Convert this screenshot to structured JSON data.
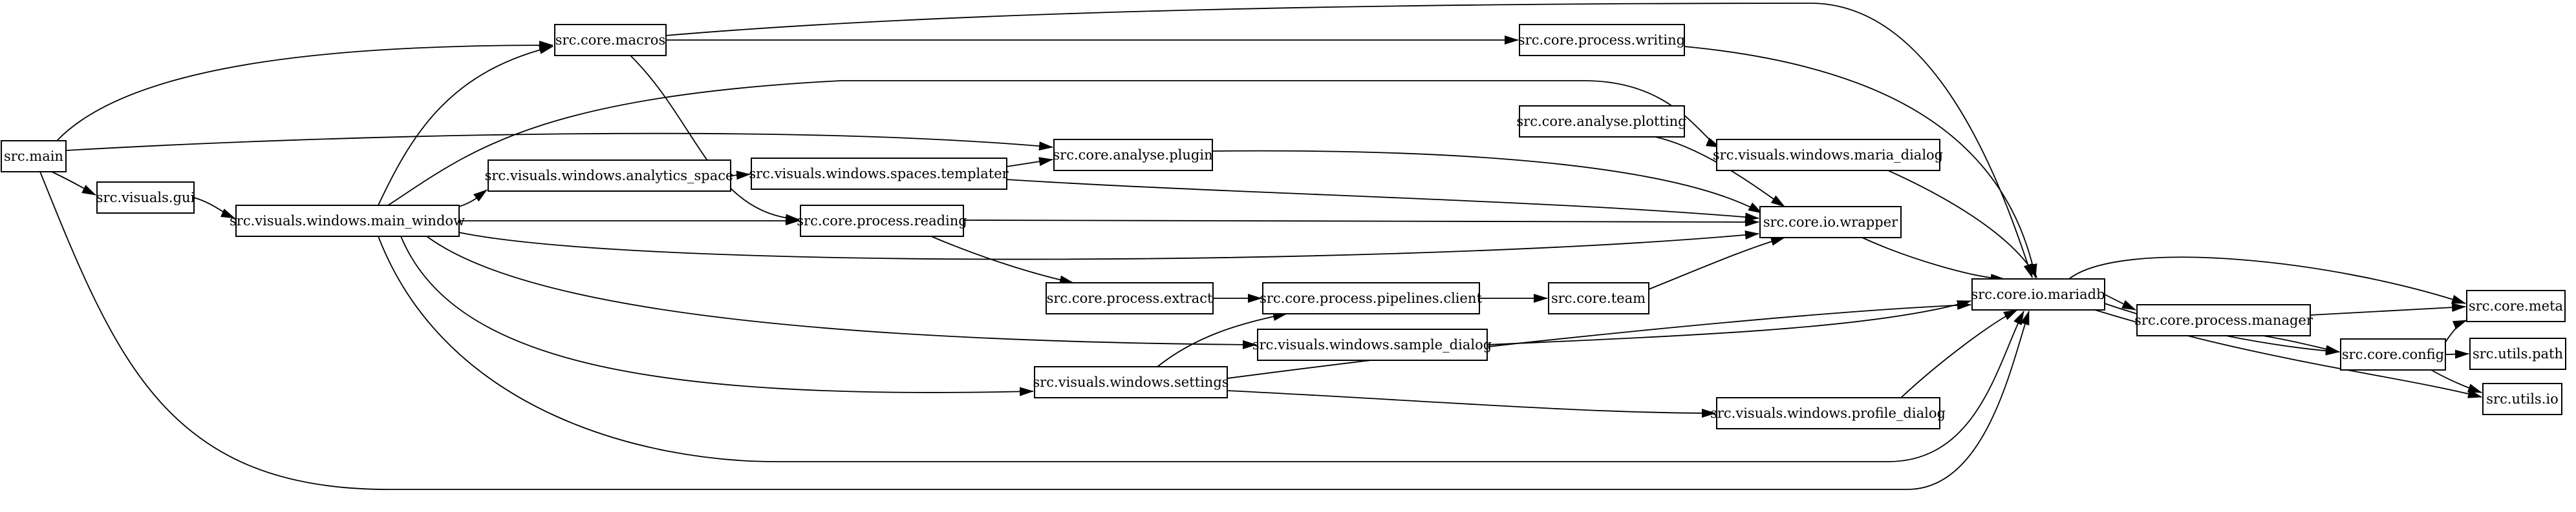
{
  "graph": {
    "nodes": [
      {
        "id": "main",
        "label": "src.main"
      },
      {
        "id": "gui",
        "label": "src.visuals.gui"
      },
      {
        "id": "main_window",
        "label": "src.visuals.windows.main_window"
      },
      {
        "id": "macros",
        "label": "src.core.macros"
      },
      {
        "id": "analytics_space",
        "label": "src.visuals.windows.analytics_space"
      },
      {
        "id": "spaces_templater",
        "label": "src.visuals.windows.spaces.templater"
      },
      {
        "id": "analyse_plugin",
        "label": "src.core.analyse.plugin"
      },
      {
        "id": "process_reading",
        "label": "src.core.process.reading"
      },
      {
        "id": "process_writing",
        "label": "src.core.process.writing"
      },
      {
        "id": "analyse_plotting",
        "label": "src.core.analyse.plotting"
      },
      {
        "id": "maria_dialog",
        "label": "src.visuals.windows.maria_dialog"
      },
      {
        "id": "io_wrapper",
        "label": "src.core.io.wrapper"
      },
      {
        "id": "process_extract",
        "label": "src.core.process.extract"
      },
      {
        "id": "pipelines_client",
        "label": "src.core.process.pipelines.client"
      },
      {
        "id": "team",
        "label": "src.core.team"
      },
      {
        "id": "sample_dialog",
        "label": "src.visuals.windows.sample_dialog"
      },
      {
        "id": "settings",
        "label": "src.visuals.windows.settings"
      },
      {
        "id": "profile_dialog",
        "label": "src.visuals.windows.profile_dialog"
      },
      {
        "id": "io_mariadb",
        "label": "src.core.io.mariadb"
      },
      {
        "id": "process_manager",
        "label": "src.core.process.manager"
      },
      {
        "id": "core_config",
        "label": "src.core.config"
      },
      {
        "id": "core_meta",
        "label": "src.core.meta"
      },
      {
        "id": "utils_path",
        "label": "src.utils.path"
      },
      {
        "id": "utils_io",
        "label": "src.utils.io"
      }
    ],
    "edges": [
      [
        "main",
        "macros"
      ],
      [
        "main",
        "analyse_plugin"
      ],
      [
        "main",
        "gui"
      ],
      [
        "main",
        "io_mariadb"
      ],
      [
        "gui",
        "main_window"
      ],
      [
        "main_window",
        "macros"
      ],
      [
        "main_window",
        "analytics_space"
      ],
      [
        "main_window",
        "process_reading"
      ],
      [
        "main_window",
        "maria_dialog"
      ],
      [
        "main_window",
        "io_wrapper"
      ],
      [
        "main_window",
        "sample_dialog"
      ],
      [
        "main_window",
        "settings"
      ],
      [
        "main_window",
        "io_mariadb"
      ],
      [
        "macros",
        "process_writing"
      ],
      [
        "macros",
        "process_reading"
      ],
      [
        "macros",
        "io_mariadb"
      ],
      [
        "analytics_space",
        "spaces_templater"
      ],
      [
        "spaces_templater",
        "analyse_plugin"
      ],
      [
        "spaces_templater",
        "io_wrapper"
      ],
      [
        "analyse_plugin",
        "io_wrapper"
      ],
      [
        "process_reading",
        "io_wrapper"
      ],
      [
        "process_reading",
        "process_extract"
      ],
      [
        "process_writing",
        "io_mariadb"
      ],
      [
        "analyse_plotting",
        "io_wrapper"
      ],
      [
        "maria_dialog",
        "io_mariadb"
      ],
      [
        "io_wrapper",
        "io_mariadb"
      ],
      [
        "process_extract",
        "pipelines_client"
      ],
      [
        "pipelines_client",
        "team"
      ],
      [
        "team",
        "io_wrapper"
      ],
      [
        "sample_dialog",
        "io_mariadb"
      ],
      [
        "settings",
        "pipelines_client"
      ],
      [
        "settings",
        "io_mariadb"
      ],
      [
        "settings",
        "profile_dialog"
      ],
      [
        "profile_dialog",
        "io_mariadb"
      ],
      [
        "io_mariadb",
        "process_manager"
      ],
      [
        "io_mariadb",
        "core_meta"
      ],
      [
        "io_mariadb",
        "core_config"
      ],
      [
        "io_mariadb",
        "utils_io"
      ],
      [
        "process_manager",
        "core_meta"
      ],
      [
        "process_manager",
        "core_config"
      ],
      [
        "core_config",
        "core_meta"
      ],
      [
        "core_config",
        "utils_path"
      ],
      [
        "core_config",
        "utils_io"
      ]
    ]
  }
}
